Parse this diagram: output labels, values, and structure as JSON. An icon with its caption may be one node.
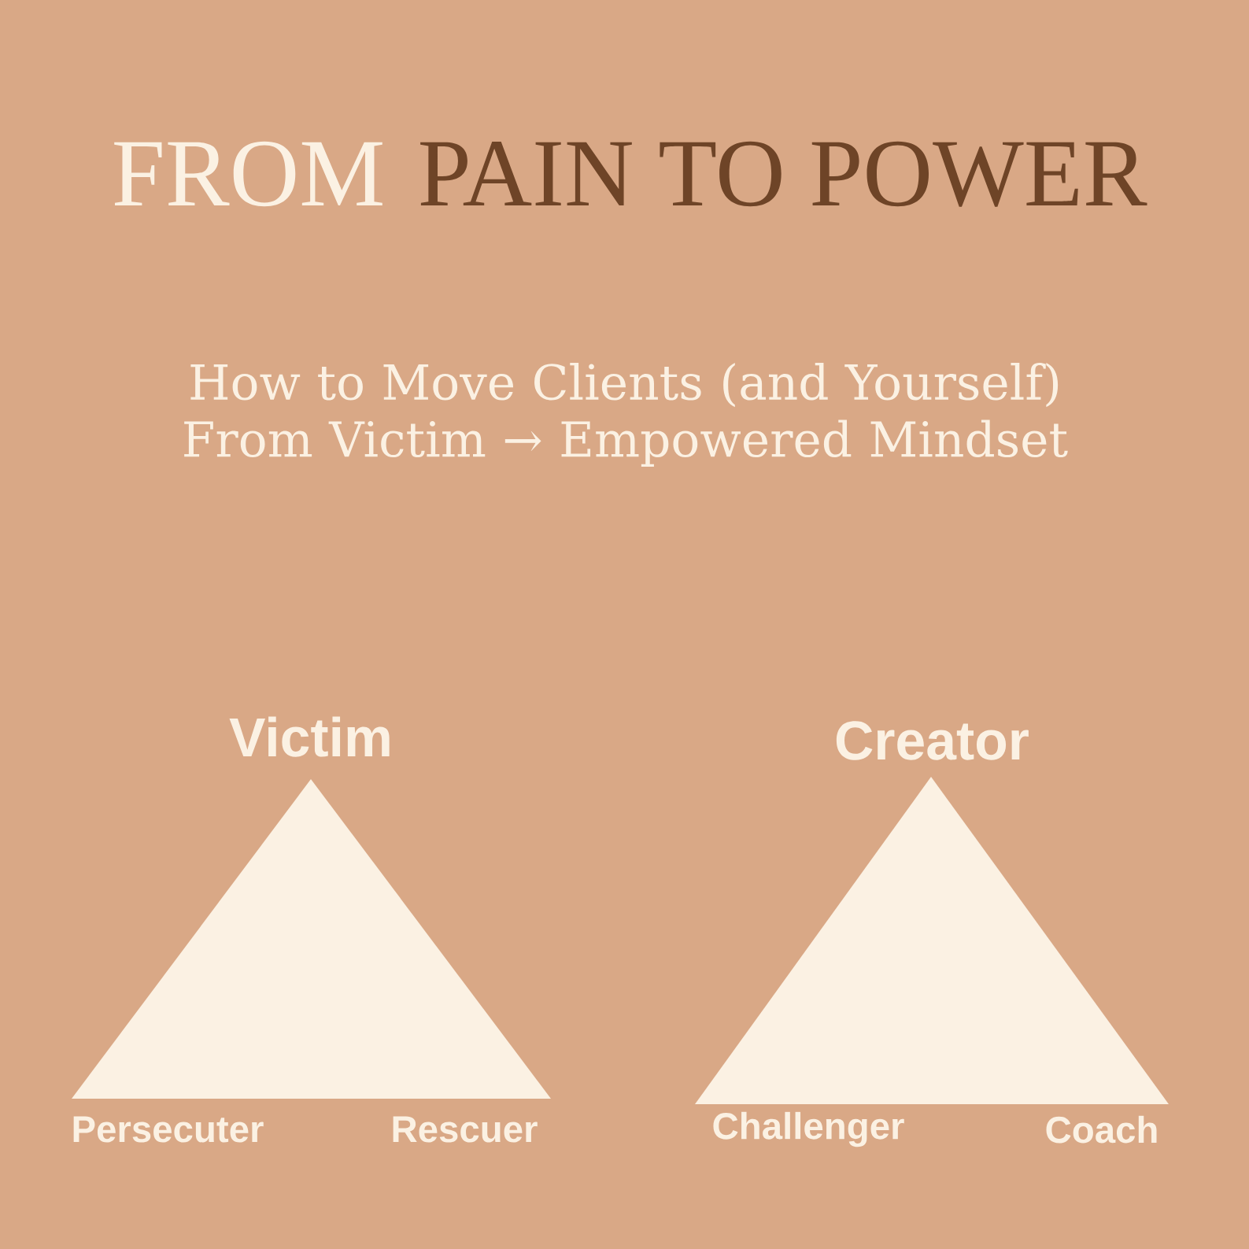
{
  "diagram": {
    "nodes": [
      {
        "text": [],
        "shape": "triangle",
        "beside": [
          "Victim",
          "Persecuter",
          "Rescuer"
        ]
      },
      {
        "text": [],
        "shape": "triangle",
        "beside": [
          "Creator",
          "Challenger",
          "Coach"
        ]
      }
    ],
    "labels": [
      "FROM",
      "PAIN TO POWER",
      "How to Move Clients (and Yourself) From Victim → Empowered Mindset"
    ]
  }
}
